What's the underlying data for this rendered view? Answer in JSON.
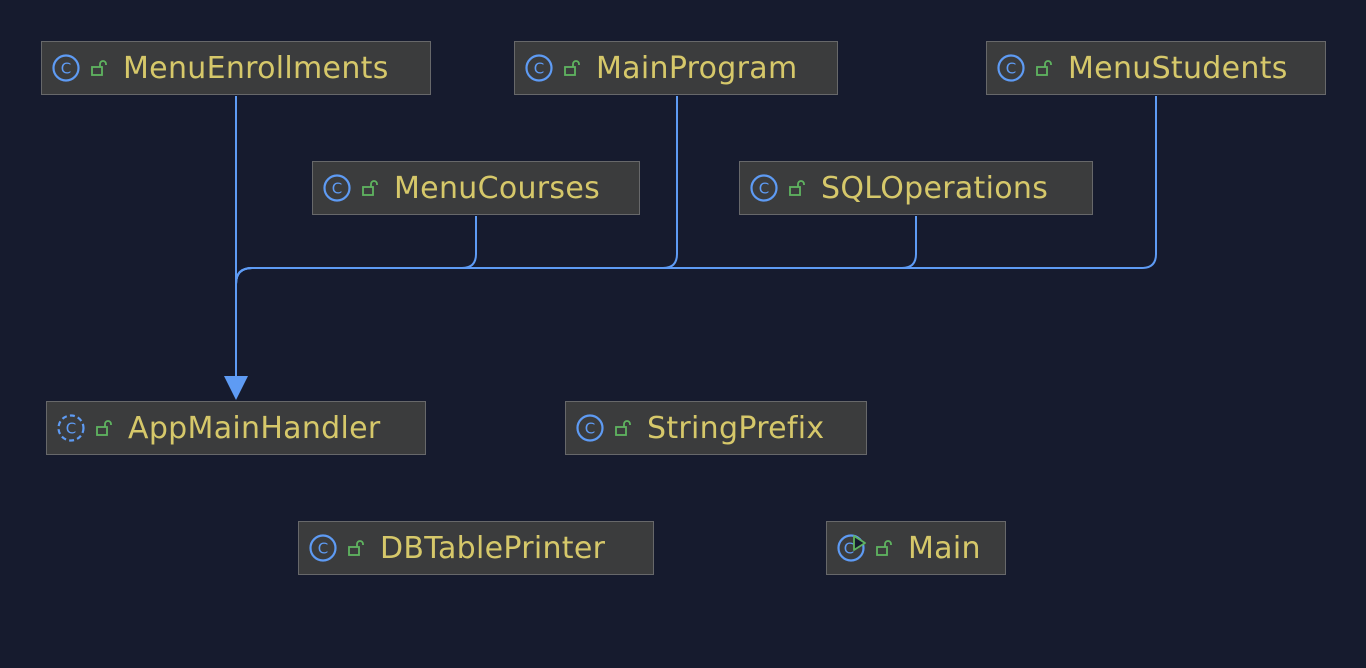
{
  "colors": {
    "background": "#161b2e",
    "node_fill": "#3b3c3d",
    "node_border": "#67686a",
    "class_name": "#d6c86a",
    "class_icon": "#5e9bf4",
    "lock_icon": "#5fb460",
    "edge": "#5e9bf4"
  },
  "nodes": [
    {
      "id": "menu-enrollments",
      "name": "MenuEnrollments",
      "kind": "class-icon",
      "visibility": "public-lock-icon"
    },
    {
      "id": "main-program",
      "name": "MainProgram",
      "kind": "class-icon",
      "visibility": "public-lock-icon"
    },
    {
      "id": "menu-students",
      "name": "MenuStudents",
      "kind": "class-icon",
      "visibility": "public-lock-icon"
    },
    {
      "id": "menu-courses",
      "name": "MenuCourses",
      "kind": "class-icon",
      "visibility": "public-lock-icon"
    },
    {
      "id": "sql-operations",
      "name": "SQLOperations",
      "kind": "class-icon",
      "visibility": "public-lock-icon"
    },
    {
      "id": "app-main-handler",
      "name": "AppMainHandler",
      "kind": "abstract-class-icon",
      "visibility": "public-lock-icon"
    },
    {
      "id": "string-prefix",
      "name": "StringPrefix",
      "kind": "class-icon",
      "visibility": "public-lock-icon"
    },
    {
      "id": "db-table-printer",
      "name": "DBTablePrinter",
      "kind": "class-icon",
      "visibility": "public-lock-icon"
    },
    {
      "id": "main",
      "name": "Main",
      "kind": "runnable-class-icon",
      "visibility": "public-lock-icon"
    }
  ],
  "edges": [
    {
      "from": "menu-enrollments",
      "to": "app-main-handler",
      "type": "extends-arrow"
    },
    {
      "from": "menu-courses",
      "to": "app-main-handler",
      "type": "extends-arrow"
    },
    {
      "from": "main-program",
      "to": "app-main-handler",
      "type": "extends-arrow"
    },
    {
      "from": "sql-operations",
      "to": "app-main-handler",
      "type": "extends-arrow"
    },
    {
      "from": "menu-students",
      "to": "app-main-handler",
      "type": "extends-arrow"
    }
  ]
}
